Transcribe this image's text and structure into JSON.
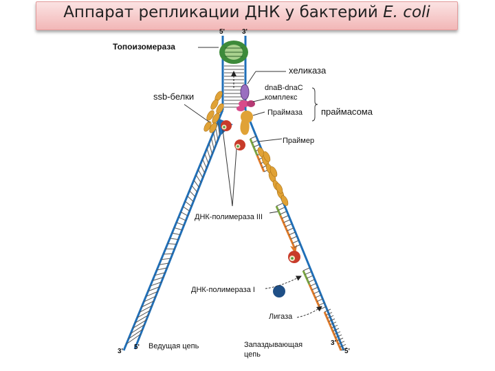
{
  "title": {
    "main": "Аппарат репликации ДНК у бактерий",
    "species": "E. coli"
  },
  "colors": {
    "strand": "#1f6fb8",
    "primer_green": "#7aa640",
    "okazaki_orange": "#e07a28",
    "ssb": "#e0a236",
    "pol3_red": "#c83b2a",
    "pol1_blue": "#1f4f86",
    "topo_green": "#3d8a3a",
    "title_bg": "#f6c9c9"
  },
  "labels": {
    "topoisomerase": "Топоизомераза",
    "helicase": "хеликаза",
    "ssb": "ssb-белки",
    "dnab_complex_line1": "dnaB-dnaC",
    "dnab_complex_line2": "комплекс",
    "primase": "Праймаза",
    "primosome": "праймасома",
    "primer": "Праймер",
    "pol3": "ДНК-полимераза III",
    "pol1": "ДНК-полимераза I",
    "ligase": "Лигаза",
    "leading": "Ведущая цепь",
    "lagging_line1": "Запаздывающая",
    "lagging_line2": "цепь"
  },
  "ends": {
    "top_left": "5'",
    "top_right": "3'",
    "bl_outer": "3'",
    "bl_inner": "5'",
    "br_inner": "3'",
    "br_outer": "5'"
  }
}
